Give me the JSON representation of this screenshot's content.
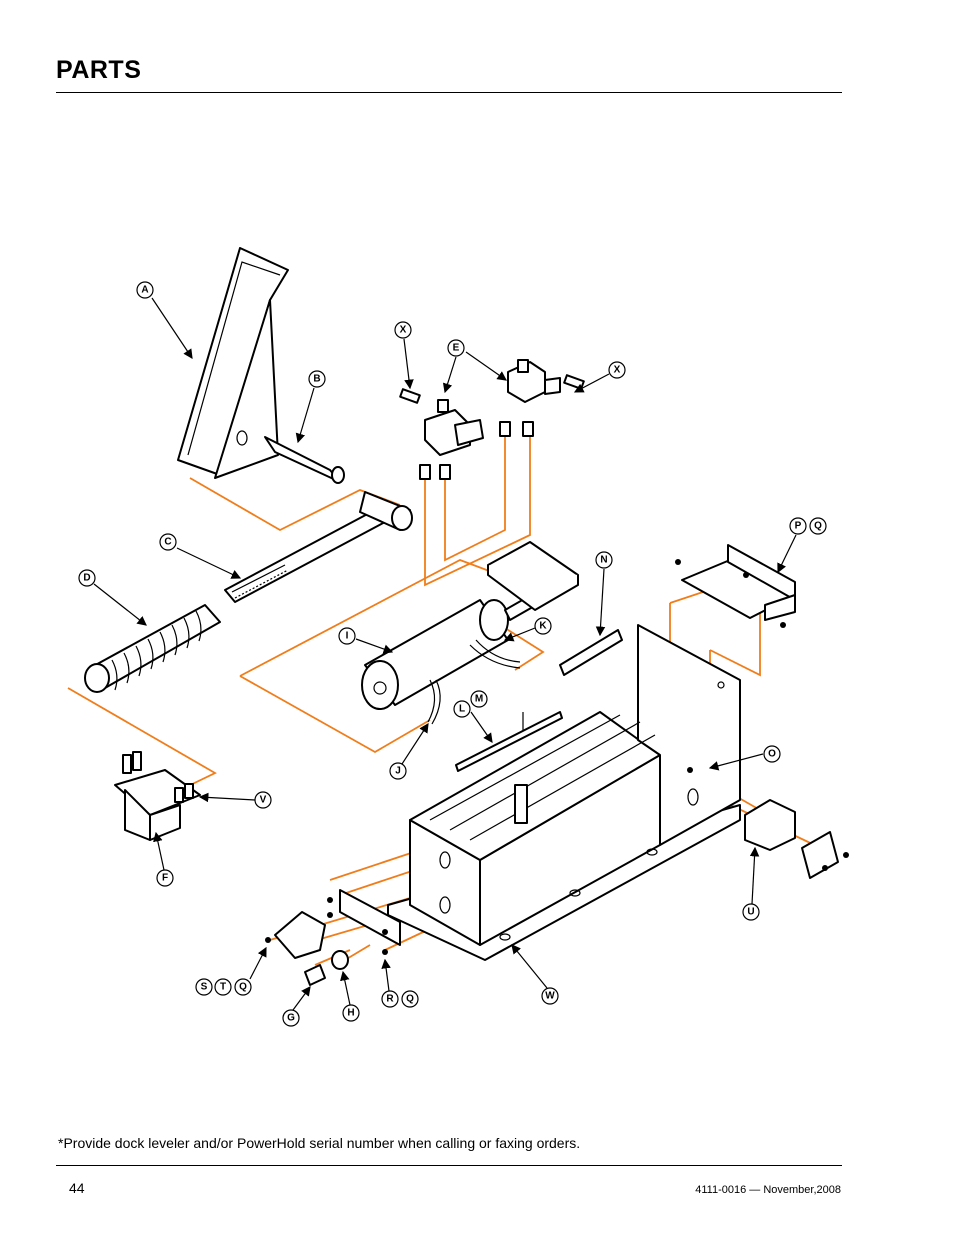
{
  "header": {
    "title": "PARTS"
  },
  "diagram": {
    "callouts": [
      "A",
      "B",
      "C",
      "D",
      "E",
      "X",
      "X",
      "P",
      "Q",
      "N",
      "K",
      "I",
      "J",
      "L",
      "M",
      "O",
      "V",
      "F",
      "U",
      "W",
      "S",
      "T",
      "Q",
      "G",
      "H",
      "R",
      "Q"
    ]
  },
  "footer": {
    "note": "*Provide dock leveler and/or PowerHold serial number when calling or faxing orders.",
    "page_number": "44",
    "doc_id": "4111-0016 — November,2008"
  }
}
